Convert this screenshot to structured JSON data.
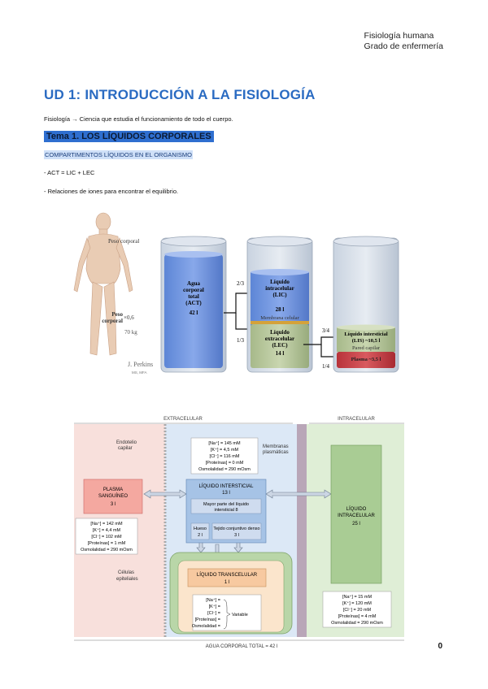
{
  "header": {
    "line1": "Fisiología humana",
    "line2": "Grado de enfermería"
  },
  "title": "UD 1: INTRODUCCIÓN A LA FISIOLOGÍA",
  "definition": "Fisiología → Ciencia que estudia el funcionamiento de todo el cuerpo.",
  "tema": "Tema 1. LOS LÍQUIDOS CORPORALES",
  "subheading": "COMPARTIMENTOS LÍQUIDOS EN EL ORGANISMO",
  "bullets": [
    "- ACT = LIC + LEC",
    "- Relaciones de iones para encontrar el equilibrio."
  ],
  "figure1": {
    "body_weight_label": "Peso corporal",
    "factor": "×0,6",
    "weight": "70 kg",
    "artist": "J. Perkins",
    "artist_credit": "MS, MFA",
    "beaker1": [
      "Agua",
      "corporal",
      "total",
      "(ACT)",
      "42 l"
    ],
    "frac_lic": "2/3",
    "frac_lec": "1/3",
    "lic": [
      "Líquido",
      "intracelular",
      "(LIC)",
      "28 l"
    ],
    "membrane": "Membrana celular",
    "lec": [
      "Líquido",
      "extracelular",
      "(LEC)",
      "14 l"
    ],
    "frac_lis": "3/4",
    "frac_plasma": "1/4",
    "lis": "Líquido intersticial",
    "lis_vol": "(LIS) ~10,5 l",
    "wall": "Pared capilar",
    "plasma": "Plasma ~3,5 l"
  },
  "figure2": {
    "extracellular": "EXTRACELULAR",
    "intracellular": "INTRACELULAR",
    "endothelium": [
      "Endotelio",
      "capilar"
    ],
    "membranes": [
      "Membranas",
      "plasmáticas"
    ],
    "epithelial": [
      "Células",
      "epiteliales"
    ],
    "plasma_box": [
      "PLASMA",
      "SANGUÍNEO",
      "3 l"
    ],
    "interstitial_box": [
      "LÍQUIDO INTERSTICIAL",
      "13 l"
    ],
    "majority_box": [
      "Mayor parte del líquido",
      "intersticial 8"
    ],
    "bone": [
      "Hueso",
      "2 l"
    ],
    "connective": [
      "Tejido conjuntivo denso",
      "3 l"
    ],
    "transcellular": [
      "LÍQUIDO TRANSCELULAR",
      "1 l"
    ],
    "intracellular_box": [
      "LÍQUIDO",
      "INTRACELULAR",
      "25 l"
    ],
    "interstitial_ions": [
      "[Na⁺] = 145 mM",
      "[K⁺] = 4,5 mM",
      "[Cl⁻] = 116 mM",
      "[Proteínas] = 0 mM",
      "Osmolalidad = 290 mOsm"
    ],
    "plasma_ions": [
      "[Na⁺] = 142 mM",
      "[K⁺] = 4,4 mM",
      "[Cl⁻] = 102 mM",
      "[Proteínas] = 1 mM",
      "Osmolalidad = 290 mOsm"
    ],
    "transcellular_ions": [
      "[Na⁺] =",
      "[K⁺] =",
      "[Cl⁻] =",
      "[Proteínas] =",
      "Osmolalidad ="
    ],
    "variable": "Variable",
    "intracellular_ions": [
      "[Na⁺] = 15 mM",
      "[K⁺] = 120 mM",
      "[Cl⁻] = 20 mM",
      "[Proteínas] = 4 mM",
      "Osmolalidad = 290 mOsm"
    ],
    "total": "AGUA CORPORAL TOTAL = 42 l"
  },
  "page_number": "0",
  "colors": {
    "title": "#2a6bc2",
    "tema_bg": "#2f6fd0",
    "sub_bg": "#cfe0f8"
  }
}
